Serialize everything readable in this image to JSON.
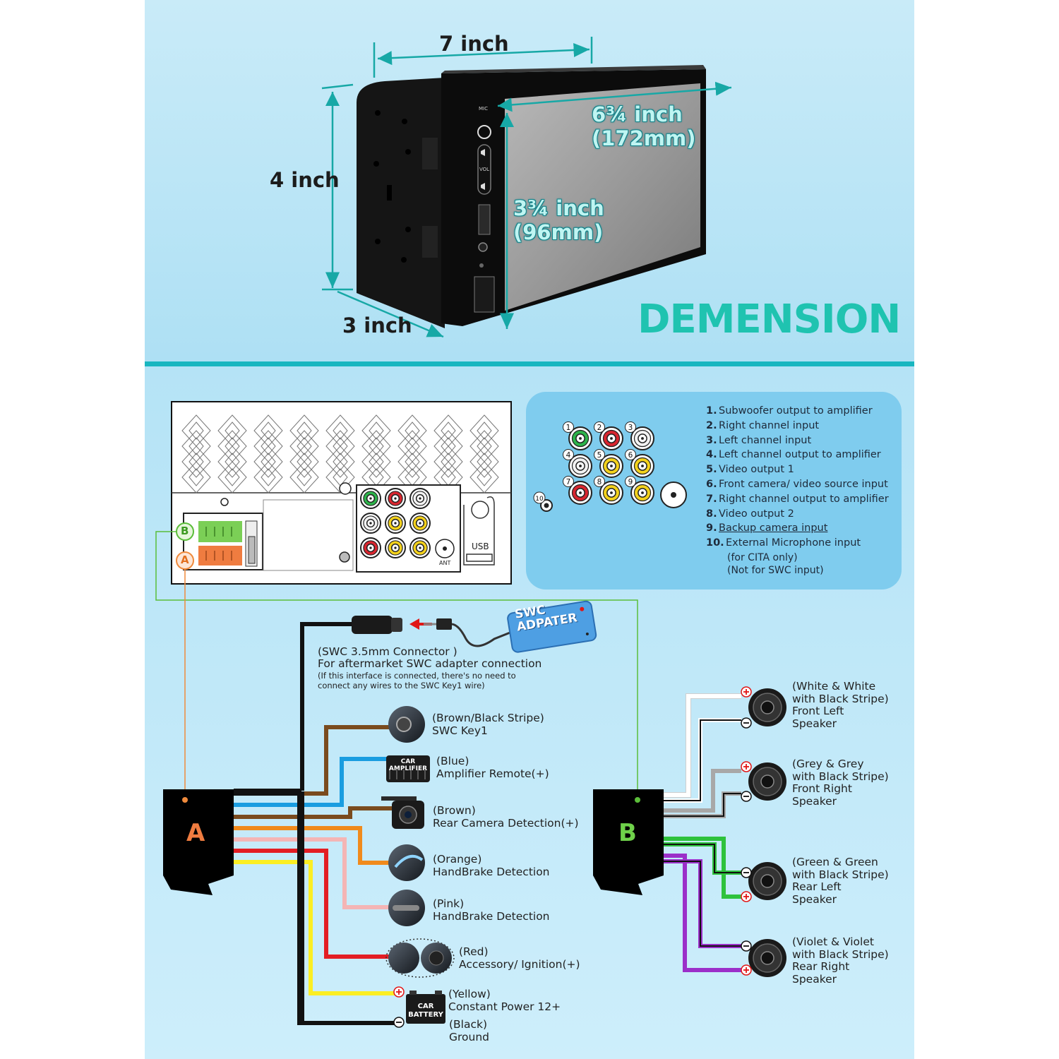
{
  "dimension": {
    "width_label": "7 inch",
    "height_label": "4 inch",
    "depth_label": "3 inch",
    "screen_width": [
      "6¾ inch",
      "(172mm)"
    ],
    "screen_height": [
      "3¾ inch",
      "(96mm)"
    ],
    "title": "DEMENSION",
    "mic_label": "MIC",
    "vol_label": "VOL"
  },
  "rear_panel": {
    "connector_b": "B",
    "connector_a": "A",
    "usb_label": "USB",
    "ant_label": "ANT"
  },
  "rca_legend": {
    "items": [
      {
        "num": "1.",
        "text": "Subwoofer output to amplifier",
        "color": "#2db34a"
      },
      {
        "num": "2.",
        "text": "Right channel input",
        "color": "#d8262f"
      },
      {
        "num": "3.",
        "text": "Left channel input",
        "color": "#ffffff"
      },
      {
        "num": "4.",
        "text": "Left channel output to amplifier",
        "color": "#ffffff"
      },
      {
        "num": "5.",
        "text": "Video output 1",
        "color": "#f3d11c"
      },
      {
        "num": "6.",
        "text": "Front camera/ video source input",
        "color": "#f3d11c"
      },
      {
        "num": "7.",
        "text": "Right channel output to amplifier",
        "color": "#d8262f"
      },
      {
        "num": "8.",
        "text": "Video output 2",
        "color": "#f3d11c"
      },
      {
        "num": "9.",
        "text": "Backup camera input",
        "color": "#f3d11c"
      },
      {
        "num": "10.",
        "text": "External Microphone input",
        "color": "#222222"
      }
    ],
    "note1": "(for CITA only)",
    "note2": "(Not for SWC input)",
    "badges": [
      "1",
      "2",
      "3",
      "4",
      "5",
      "6",
      "7",
      "8",
      "9",
      "10"
    ]
  },
  "swc": {
    "adapter_label": [
      "SWC",
      "ADPATER"
    ],
    "connector_title": "(SWC 3.5mm Connector )",
    "connector_desc": "For aftermarket SWC adapter connection",
    "connector_note1": "(If this interface is connected, there's no need to",
    "connector_note2": "connect any wires to the SWC Key1 wire)"
  },
  "harness_a": {
    "letter": "A",
    "wires": [
      {
        "color_name": "(Brown/Black Stripe)",
        "function": "SWC Key1",
        "color": "#7a4b1e"
      },
      {
        "color_name": "(Blue)",
        "function": "Amplifier Remote(+)",
        "color": "#1a9de0"
      },
      {
        "color_name": "(Brown)",
        "function": "Rear Camera Detection(+)",
        "color": "#7a4b1e"
      },
      {
        "color_name": "(Orange)",
        "function": "HandBrake Detection",
        "color": "#f08a1c"
      },
      {
        "color_name": "(Pink)",
        "function": "HandBrake Detection",
        "color": "#f4b5b5"
      },
      {
        "color_name": "(Red)",
        "function": "Accessory/ Ignition(+)",
        "color": "#e31e24"
      },
      {
        "color_name": "(Yellow)",
        "function": "Constant Power 12+",
        "color": "#fbee23"
      },
      {
        "color_name": "(Black)",
        "function": "Ground",
        "color": "#111111"
      }
    ],
    "amp_icon_text": [
      "CAR",
      "AMPLIFIER"
    ],
    "battery_icon_text": [
      "CAR",
      "BATTERY"
    ]
  },
  "harness_b": {
    "letter": "B",
    "speakers": [
      {
        "lines": [
          "(White & White",
          "with Black Stripe)",
          "Front Left",
          "Speaker"
        ],
        "color": "#ffffff"
      },
      {
        "lines": [
          "(Grey & Grey",
          "with Black Stripe)",
          "Front Right",
          "Speaker"
        ],
        "color": "#a8a8a8"
      },
      {
        "lines": [
          "(Green & Green",
          "with Black Stripe)",
          "Rear Left",
          "Speaker"
        ],
        "color": "#2ec23c"
      },
      {
        "lines": [
          "(Violet & Violet",
          "with Black Stripe)",
          "Rear Right",
          "Speaker"
        ],
        "color": "#9b2fc9"
      }
    ]
  }
}
